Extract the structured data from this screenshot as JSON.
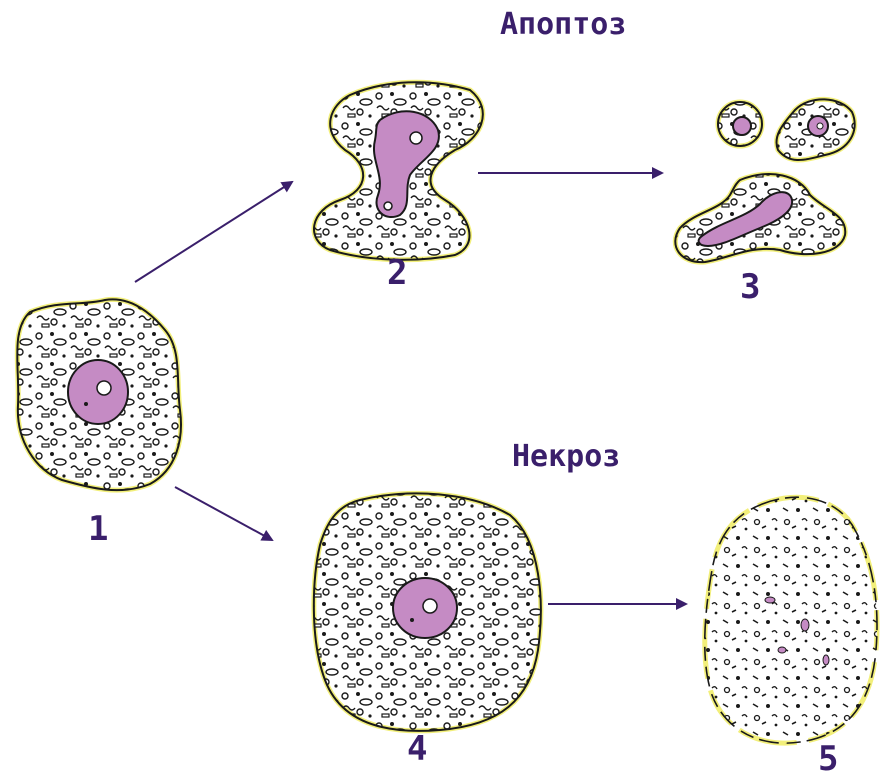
{
  "titles": {
    "apoptosis": "Апоптоз",
    "necrosis": "Некроз"
  },
  "stages": [
    {
      "number": "1",
      "state": "normal-cell"
    },
    {
      "number": "2",
      "state": "apoptosis-constriction"
    },
    {
      "number": "3",
      "state": "apoptotic-bodies"
    },
    {
      "number": "4",
      "state": "necrosis-swelling"
    },
    {
      "number": "5",
      "state": "necrosis-lysis"
    }
  ],
  "colors": {
    "membrane": "#f2ef7a",
    "nucleus": "#c58bc4",
    "outline": "#1a1a1a",
    "arrow": "#3a1f6b",
    "text": "#3a1f6b"
  }
}
